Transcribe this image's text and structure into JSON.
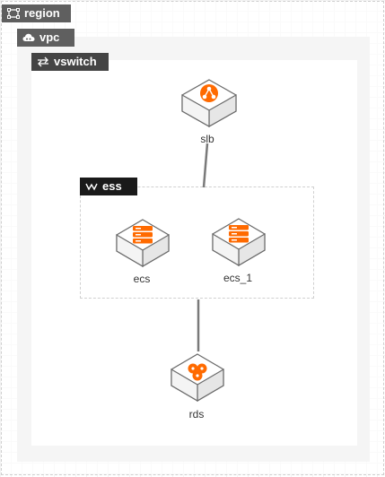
{
  "diagram": {
    "groups": [
      {
        "id": "region",
        "label": "region",
        "icon": "region-icon"
      },
      {
        "id": "vpc",
        "label": "vpc",
        "icon": "cloud-icon"
      },
      {
        "id": "vswitch",
        "label": "vswitch",
        "icon": "switch-arrows-icon"
      },
      {
        "id": "ess",
        "label": "ess",
        "icon": "scaling-icon"
      }
    ],
    "nodes": [
      {
        "id": "slb",
        "label": "slb",
        "icon": "load-balancer-icon"
      },
      {
        "id": "ecs",
        "label": "ecs",
        "icon": "server-stack-icon"
      },
      {
        "id": "ecs_1",
        "label": "ecs_1",
        "icon": "server-stack-icon"
      },
      {
        "id": "rds",
        "label": "rds",
        "icon": "database-cluster-icon"
      }
    ],
    "edges": [
      {
        "from": "slb",
        "to": "ess"
      },
      {
        "from": "ess",
        "to": "rds"
      }
    ]
  },
  "colors": {
    "accent": "#ff6a00",
    "tag_dark": "#1a1a1a",
    "tag_gray": "#5f5f5f",
    "edge": "#7a7a7a"
  }
}
